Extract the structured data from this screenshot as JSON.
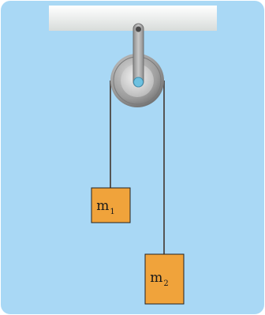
{
  "diagram": {
    "masses": [
      {
        "symbol": "m",
        "subscript": "1"
      },
      {
        "symbol": "m",
        "subscript": "2"
      }
    ],
    "colors": {
      "background": "#a9d8f5",
      "ceiling": "#e9ecea",
      "pulley_outer": "#8a8a8a",
      "pulley_inner": "#c9c9c9",
      "axle": "#6ec1e0",
      "rope": "#555555",
      "mass_fill": "#f0a33b",
      "mass_border": "#222222"
    }
  }
}
